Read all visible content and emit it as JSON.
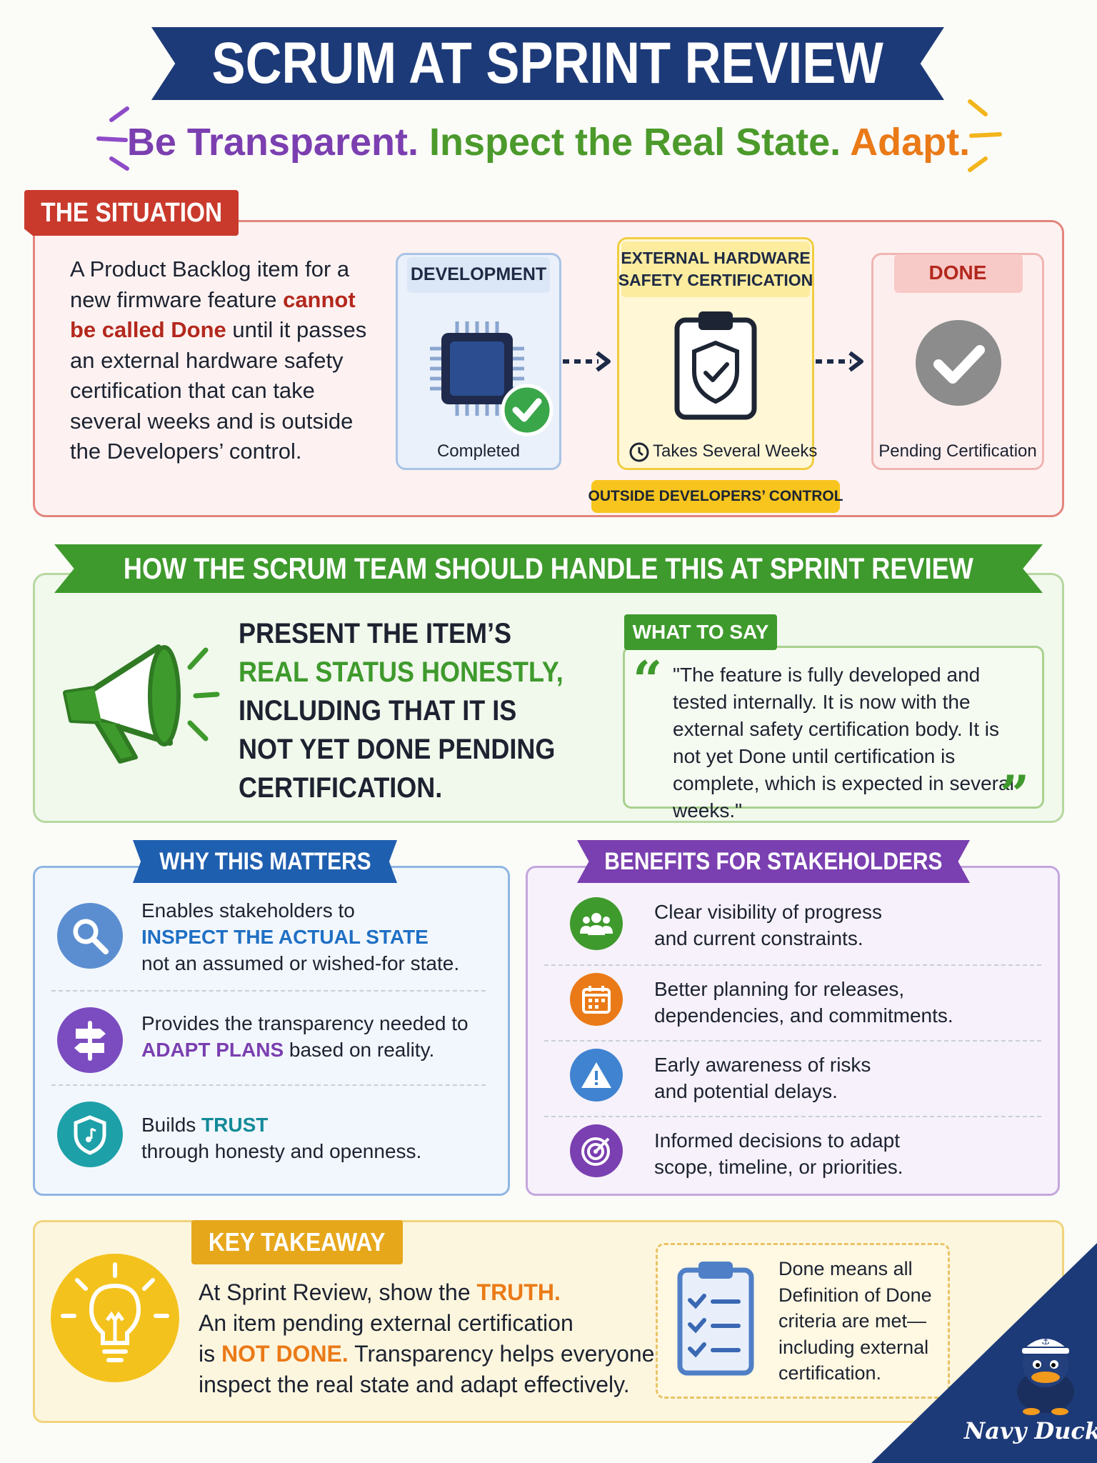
{
  "header": {
    "title": "SCRUM AT SPRINT REVIEW",
    "subtitle_1": "Be Transparent.",
    "subtitle_2": "Inspect the Real State.",
    "subtitle_3": "Adapt."
  },
  "situation": {
    "tag": "THE SITUATION",
    "text_1": "A Product Backlog item for a new firmware feature",
    "text_highlight": "cannot be called Done",
    "text_2": "until it passes an external hardware safety certification that can take several weeks and is outside the Developers’ control.",
    "development": {
      "label": "DEVELOPMENT",
      "caption": "Completed"
    },
    "certification": {
      "label_1": "EXTERNAL HARDWARE",
      "label_2": "SAFETY CERTIFICATION",
      "caption": "Takes Several Weeks",
      "badge": "OUTSIDE DEVELOPERS’ CONTROL"
    },
    "done": {
      "label": "DONE",
      "caption": "Pending Certification"
    }
  },
  "handle": {
    "banner": "HOW THE SCRUM TEAM SHOULD HANDLE THIS AT SPRINT REVIEW",
    "present_1": "PRESENT THE ITEM’S",
    "present_2": "REAL STATUS HONESTLY,",
    "present_3": "INCLUDING THAT IT IS",
    "present_4": "NOT YET DONE PENDING",
    "present_5": "CERTIFICATION.",
    "say_tag": "WHAT TO SAY",
    "say_text": "\"The feature is fully developed and tested internally. It is now with the external safety certification body. It is not yet Done until certification is complete, which is expected in several weeks.\""
  },
  "why": {
    "tag": "WHY THIS MATTERS",
    "items": [
      {
        "pre": "Enables stakeholders to",
        "hl": "INSPECT THE ACTUAL STATE",
        "post": "not an assumed or wished-for state."
      },
      {
        "pre": "Provides the transparency needed to",
        "hl": "ADAPT PLANS",
        "post": "based on reality."
      },
      {
        "pre": "Builds",
        "hl": "TRUST",
        "post": "through honesty and openness."
      }
    ]
  },
  "benefits": {
    "tag": "BENEFITS FOR STAKEHOLDERS",
    "items": [
      {
        "line1": "Clear visibility of progress",
        "line2": "and current constraints."
      },
      {
        "line1": "Better planning for releases,",
        "line2": "dependencies, and commitments."
      },
      {
        "line1": "Early awareness of risks",
        "line2": "and potential delays."
      },
      {
        "line1": "Informed decisions to adapt",
        "line2": "scope, timeline, or priorities."
      }
    ]
  },
  "takeaway": {
    "tag": "KEY TAKEAWAY",
    "line1_pre": "At Sprint Review, show the",
    "line1_hl": "TRUTH.",
    "line2": "An item pending external certification",
    "line3_pre": "is",
    "line3_hl": "NOT DONE.",
    "line3_post": "Transparency helps everyone",
    "line4": "inspect the real state and adapt effectively.",
    "dod": "Done means all Definition of Done criteria are met—including external certification."
  },
  "brand": {
    "name": "Navy Duck"
  },
  "colors": {
    "navy": "#1d3a78",
    "red": "#c93a2c",
    "green": "#3e9a2c",
    "blue": "#1f5fb0",
    "purple": "#7a3fb0",
    "yellow": "#e7a71b",
    "teal": "#138a98",
    "orange": "#ea7a17"
  }
}
